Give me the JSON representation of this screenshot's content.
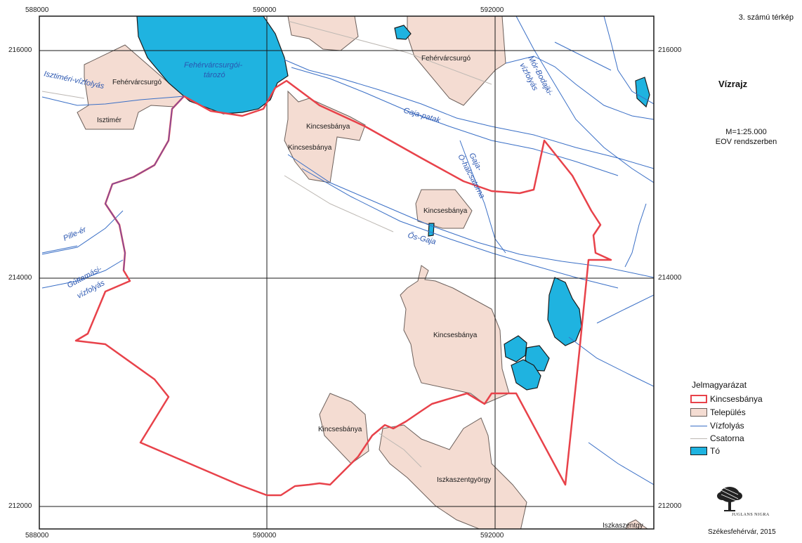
{
  "map": {
    "number_label": "3. számú térkép",
    "title": "Vízrajz",
    "scale": "M=1:25.000",
    "coordinate_system": "EOV rendszerben",
    "eov_x_ticks": [
      "588000",
      "590000",
      "592000"
    ],
    "eov_y_ticks": [
      "216000",
      "214000",
      "212000"
    ],
    "colors": {
      "boundary": "#e8424a",
      "settlement_fill": "#f4dcd2",
      "settlement_stroke": "#6b5f5a",
      "water_line": "#3a6fc6",
      "canal_line": "#bdb8b3",
      "lake_fill": "#1fb3e0",
      "grid": "#1a1a1a",
      "label_blue": "#2a56b0"
    }
  },
  "settlement_labels": [
    "Fehérvárcsurgó",
    "Fehérvárcsurgó",
    "Isztimér",
    "Kincsesbánya",
    "Kincsesbánya",
    "Kincsesbánya",
    "Kincsesbánya",
    "Kincsesbánya",
    "Iszkaszentgyörgy",
    "Iszkaszentgy"
  ],
  "water_labels": [
    "Fehérvárcsurgói-",
    "tározó",
    "Isztiméri-vízfolyás",
    "Gaja-patak",
    "Mór-Bodajki-",
    "vízfolyás",
    "Gaja-",
    "Ó-halcsatorna",
    "Pille-ér",
    "Gúttamási-",
    "vízfolyás",
    "Ős-Gaja"
  ],
  "legend": {
    "title": "Jelmagyarázat",
    "items": [
      {
        "label": "Kincsesbánya",
        "symbol": "boundary-outline"
      },
      {
        "label": "Település",
        "symbol": "settlement-fill"
      },
      {
        "label": "Vízfolyás",
        "symbol": "water-line"
      },
      {
        "label": "Csatorna",
        "symbol": "canal-line"
      },
      {
        "label": "Tó",
        "symbol": "lake-fill"
      }
    ]
  },
  "logo": {
    "name": "JUGLANS NIGRA",
    "icon": "walnut-tree-icon"
  },
  "footer": "Székesfehérvár, 2015"
}
